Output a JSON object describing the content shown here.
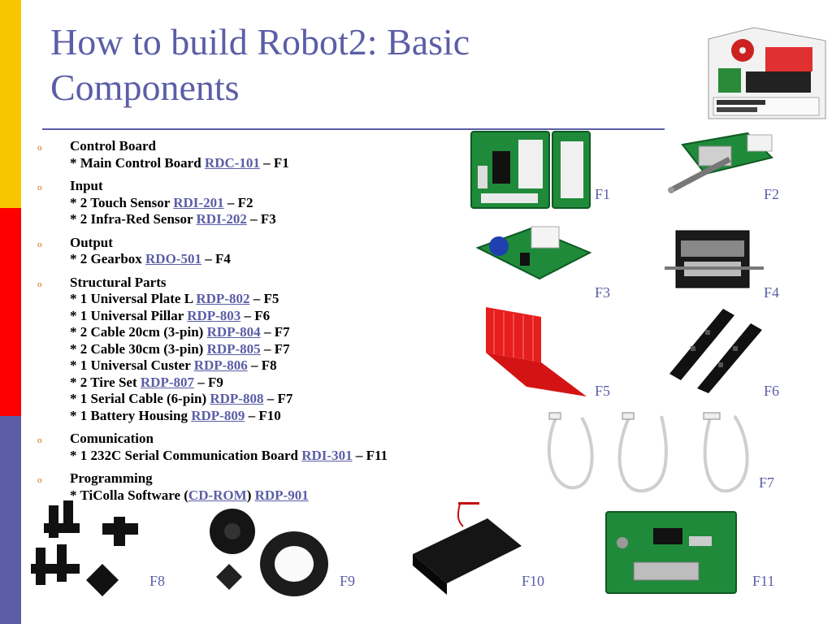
{
  "slide": {
    "title_line1": "How to build Robot2: Basic",
    "title_line2": "Components"
  },
  "sections": [
    {
      "heading": "Control Board",
      "items": [
        {
          "text": "* Main Control Board ",
          "code": "RDC-101",
          "suffix": " – F1"
        }
      ]
    },
    {
      "heading": "Input",
      "items": [
        {
          "text": "* 2 Touch Sensor ",
          "code": "RDI-201",
          "suffix": " – F2"
        },
        {
          "text": "* 2 Infra-Red Sensor ",
          "code": "RDI-202",
          "suffix": " – F3"
        }
      ]
    },
    {
      "heading": "Output",
      "items": [
        {
          "text": "* 2 Gearbox ",
          "code": "RDO-501",
          "suffix": " – F4"
        }
      ]
    },
    {
      "heading": "Structural Parts",
      "items": [
        {
          "text": "* 1 Universal Plate L ",
          "code": "RDP-802",
          "suffix": " – F5"
        },
        {
          "text": "* 1 Universal Pillar ",
          "code": "RDP-803",
          "suffix": " – F6"
        },
        {
          "text": "* 2 Cable 20cm (3-pin) ",
          "code": "RDP-804",
          "suffix": " – F7"
        },
        {
          "text": "* 2 Cable 30cm (3-pin) ",
          "code": "RDP-805",
          "suffix": " – F7"
        },
        {
          "text": "* 1 Universal Custer ",
          "code": "RDP-806",
          "suffix": " – F8"
        },
        {
          "text": "* 2 Tire Set ",
          "code": "RDP-807",
          "suffix": " – F9"
        },
        {
          "text": "* 1 Serial Cable (6-pin) ",
          "code": "RDP-808",
          "suffix": " – F7"
        },
        {
          "text": "* 1 Battery Housing ",
          "code": "RDP-809",
          "suffix": " – F10"
        }
      ]
    },
    {
      "heading": "Comunication",
      "items": [
        {
          "text": "* 1 232C Serial Communication Board ",
          "code": "RDI-301",
          "suffix": " – F11"
        }
      ]
    },
    {
      "heading": "Programming",
      "items": [
        {
          "text": "* TiColla Software (",
          "code": "CD-ROM",
          "suffix": ") ",
          "code2": "RDP-901"
        }
      ]
    }
  ],
  "figures": {
    "f1": "F1",
    "f2": "F2",
    "f3": "F3",
    "f4": "F4",
    "f5": "F5",
    "f6": "F6",
    "f7": "F7",
    "f8": "F8",
    "f9": "F9",
    "f10": "F10",
    "f11": "F11"
  },
  "colors": {
    "title": "#5b5ea6",
    "link": "#5b5ea6",
    "stripe_yellow": "#f7c600",
    "stripe_red": "#ff0000",
    "stripe_blue": "#5b5ea6"
  }
}
